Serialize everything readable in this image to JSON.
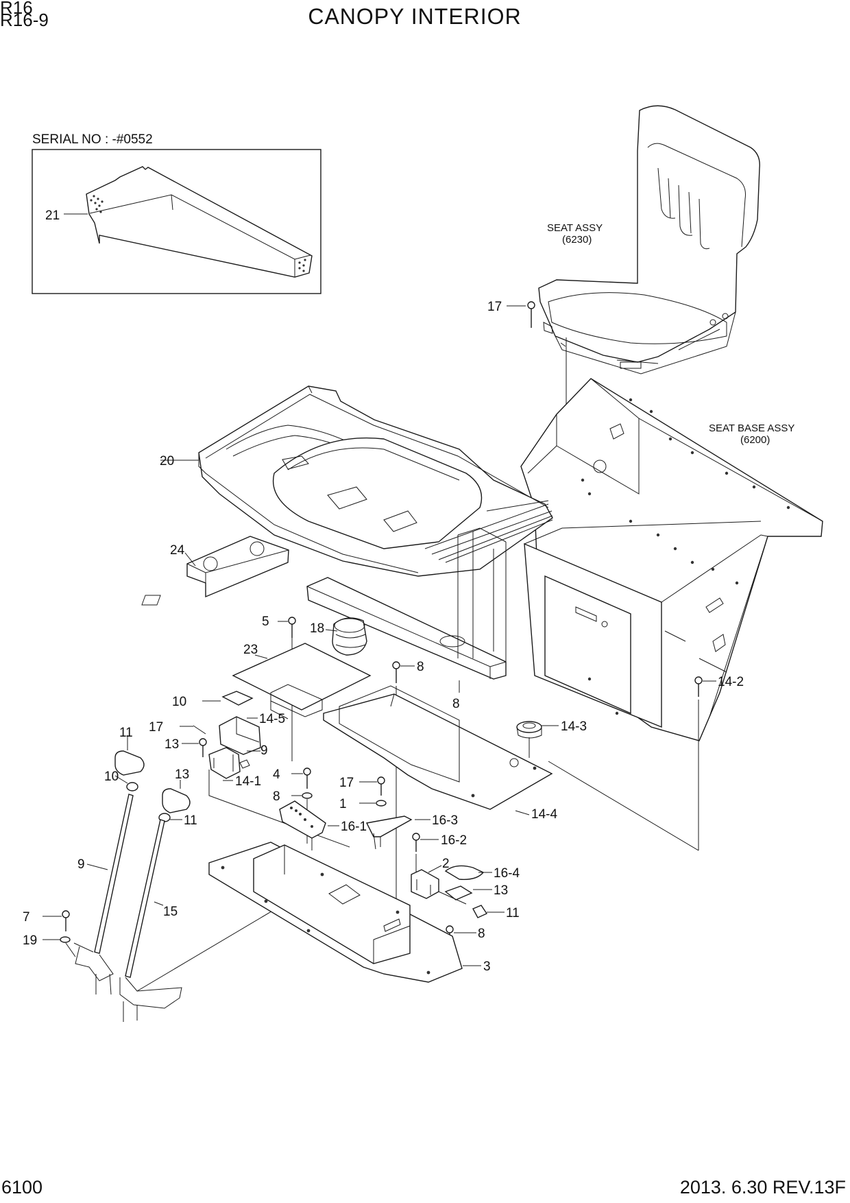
{
  "header": {
    "model_line1": "R16",
    "model_line2": "R16-9",
    "title": "CANOPY INTERIOR"
  },
  "footer": {
    "page_number": "6100",
    "revision": "2013. 6.30  REV.13F"
  },
  "inset": {
    "serial_label": "SERIAL NO : -#0552",
    "callout": "21"
  },
  "assemblies": {
    "seat_name": "SEAT ASSY",
    "seat_code": "(6230)",
    "seat_base_name": "SEAT BASE ASSY",
    "seat_base_code": "(6200)"
  },
  "callouts": [
    "17",
    "20",
    "24",
    "8",
    "18",
    "5",
    "23",
    "8",
    "14-4",
    "14-3",
    "14-2",
    "10",
    "17",
    "14-5",
    "9",
    "14-1",
    "13",
    "11",
    "10",
    "13",
    "11",
    "9",
    "15",
    "7",
    "19",
    "4",
    "8",
    "17",
    "1",
    "16-1",
    "16-3",
    "16-2",
    "2",
    "16-4",
    "13",
    "11",
    "8",
    "3"
  ]
}
